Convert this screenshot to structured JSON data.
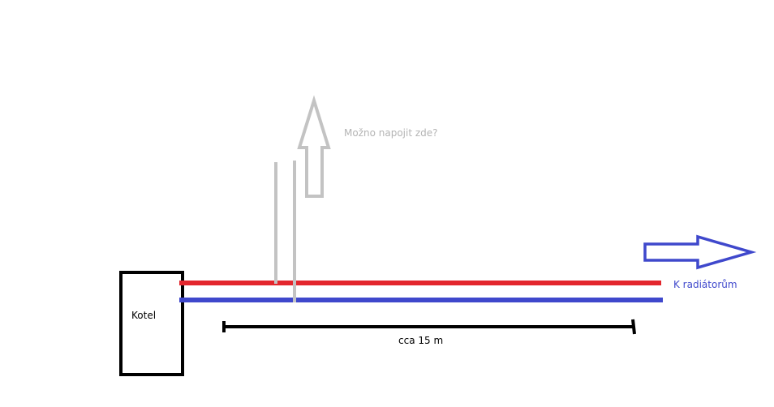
{
  "boiler": {
    "label": "Kotel"
  },
  "question": {
    "label": "Možno napojit zde?"
  },
  "radiators": {
    "label": "K radiátorům"
  },
  "distance": {
    "label": "cca 15 m"
  },
  "colors": {
    "supply_pipe": "#e3262d",
    "return_pipe": "#3f48cc",
    "branch_pipe": "#c3c3c3",
    "question_text": "#b4b4b4",
    "radiator_arrow": "#3f48cc",
    "outline": "#000000"
  }
}
